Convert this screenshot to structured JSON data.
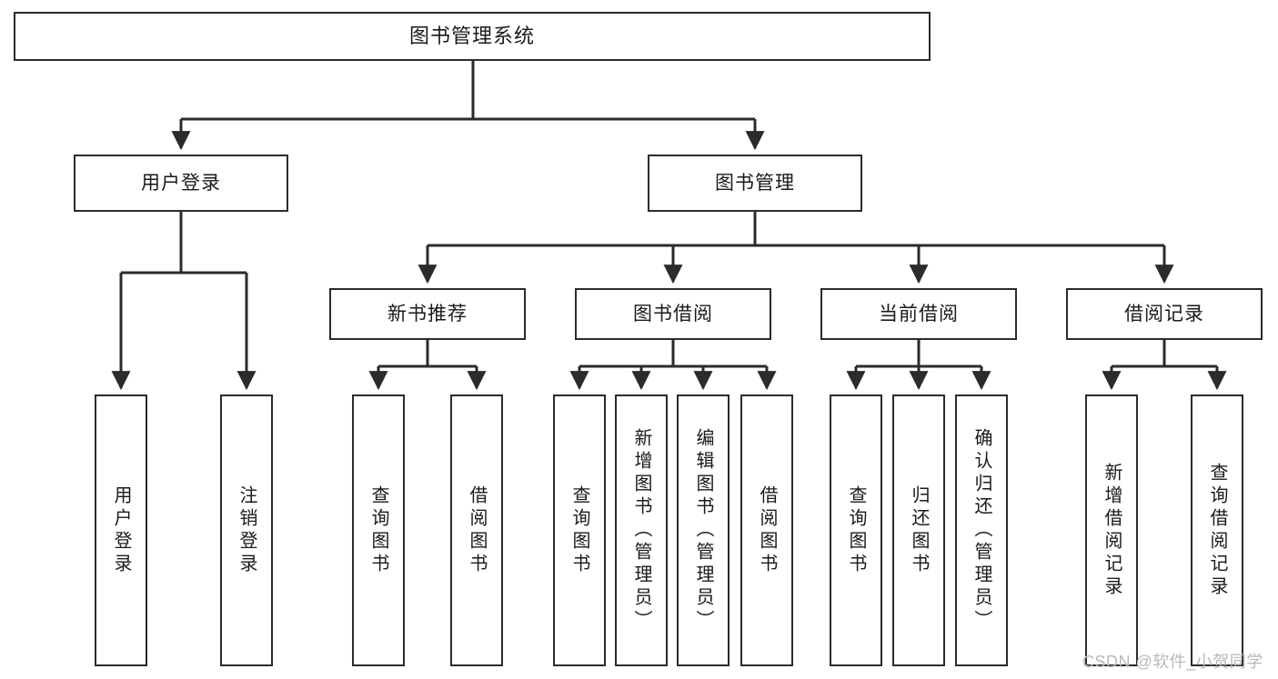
{
  "diagram": {
    "title": "图书管理系统",
    "type": "hierarchy-tree",
    "root": {
      "id": "root",
      "label": "图书管理系统",
      "orientation": "horizontal"
    },
    "level1": [
      {
        "id": "user-login",
        "label": "用户登录",
        "orientation": "horizontal"
      },
      {
        "id": "book-manage",
        "label": "图书管理",
        "orientation": "horizontal"
      }
    ],
    "level2": [
      {
        "id": "new-book-recommend",
        "label": "新书推荐",
        "parent": "book-manage",
        "orientation": "horizontal"
      },
      {
        "id": "book-borrow",
        "label": "图书借阅",
        "parent": "book-manage",
        "orientation": "horizontal"
      },
      {
        "id": "current-borrow",
        "label": "当前借阅",
        "parent": "book-manage",
        "orientation": "horizontal"
      },
      {
        "id": "borrow-record",
        "label": "借阅记录",
        "parent": "book-manage",
        "orientation": "horizontal"
      }
    ],
    "leaves": [
      {
        "id": "leaf-user-login",
        "label": "用户登录",
        "parent": "user-login",
        "orientation": "vertical"
      },
      {
        "id": "leaf-user-logout",
        "label": "注销登录",
        "parent": "user-login",
        "orientation": "vertical"
      },
      {
        "id": "leaf-query-book-1",
        "label": "查询图书",
        "parent": "new-book-recommend",
        "orientation": "vertical"
      },
      {
        "id": "leaf-borrow-book-1",
        "label": "借阅图书",
        "parent": "new-book-recommend",
        "orientation": "vertical"
      },
      {
        "id": "leaf-query-book-2",
        "label": "查询图书",
        "parent": "book-borrow",
        "orientation": "vertical"
      },
      {
        "id": "leaf-add-book",
        "label": "新增图书（管理员）",
        "parent": "book-borrow",
        "orientation": "vertical"
      },
      {
        "id": "leaf-edit-book",
        "label": "编辑图书（管理员）",
        "parent": "book-borrow",
        "orientation": "vertical"
      },
      {
        "id": "leaf-borrow-book-2",
        "label": "借阅图书",
        "parent": "book-borrow",
        "orientation": "vertical"
      },
      {
        "id": "leaf-query-book-3",
        "label": "查询图书",
        "parent": "current-borrow",
        "orientation": "vertical"
      },
      {
        "id": "leaf-return-book",
        "label": "归还图书",
        "parent": "current-borrow",
        "orientation": "vertical"
      },
      {
        "id": "leaf-confirm-return",
        "label": "确认归还（管理员）",
        "parent": "current-borrow",
        "orientation": "vertical"
      },
      {
        "id": "leaf-add-record",
        "label": "新增借阅记录",
        "parent": "borrow-record",
        "orientation": "vertical"
      },
      {
        "id": "leaf-query-record",
        "label": "查询借阅记录",
        "parent": "borrow-record",
        "orientation": "vertical"
      }
    ],
    "colors": {
      "border": "#2b2b2b",
      "connector": "#2b2b2b",
      "background": "#ffffff",
      "text": "#1a1a1a",
      "watermark": "#b9b9b9"
    }
  },
  "watermark": {
    "text": "CSDN @软件_小贺同学"
  }
}
